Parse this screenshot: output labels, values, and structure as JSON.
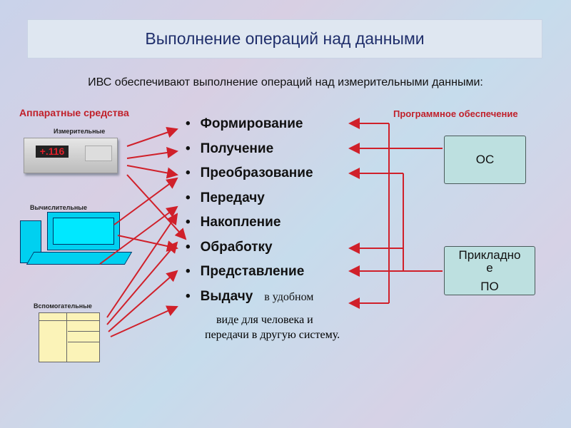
{
  "title": "Выполнение операций над данными",
  "subtitle": "ИВС обеспечивают выполнение операций над измерительными данными:",
  "hardware": {
    "heading": "Аппаратные средства",
    "measuring": "Измерительные",
    "display": "+.116",
    "computing": "Вычислительные",
    "auxiliary": "Вспомогательные"
  },
  "software": {
    "heading": "Программное обеспечение",
    "os": "ОС",
    "app_line1": "Прикладно",
    "app_line2": "е",
    "app_line3": "ПО"
  },
  "operations": [
    "Формирование",
    "Получение",
    "Преобразование",
    "Передачу",
    "Накопление",
    "Обработку",
    "Представление",
    "Выдачу"
  ],
  "note_inline": "в удобном",
  "note_line2": "виде для человека и",
  "note_line3": "передачи в другую систему.",
  "colors": {
    "arrow": "#d0202a",
    "title_text": "#1f2e6b",
    "heading": "#c0202a"
  }
}
